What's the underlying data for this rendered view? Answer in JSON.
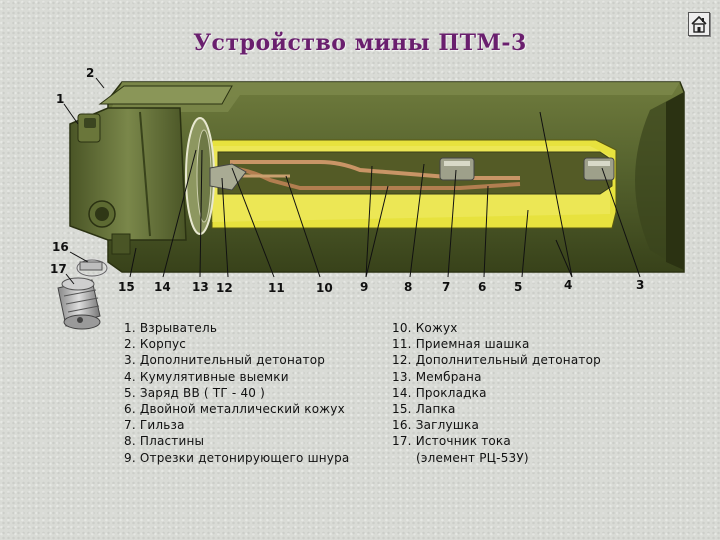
{
  "title": "Устройство мины ПТМ-3",
  "callouts": [
    "1",
    "2",
    "3",
    "4",
    "5",
    "6",
    "7",
    "8",
    "9",
    "10",
    "11",
    "12",
    "13",
    "14",
    "15",
    "16",
    "17"
  ],
  "legend_left": [
    "1. Взрыватель",
    "2. Корпус",
    "3. Дополнительный детонатор",
    "4. Кумулятивные выемки",
    "5. Заряд ВВ ( ТГ - 40 )",
    "6. Двойной металлический кожух",
    "7. Гильза",
    "8. Пластины",
    "9. Отрезки детонирующего шнура"
  ],
  "legend_right": [
    "10. Кожух",
    "11. Приемная шашка",
    "12. Дополнительный детонатор",
    "13. Мембрана",
    "14. Прокладка",
    "15. Лапка",
    "16. Заглушка",
    "17. Источник тока"
  ],
  "legend_right_cont": "(элемент РЦ-53У)",
  "colors": {
    "body": "#56632e",
    "body_dark": "#333c18",
    "body_light": "#7f8c4d",
    "charge": "#e7e23e",
    "tube": "#b98a5a",
    "title": "#6a1f6e"
  },
  "icons": {
    "home": "home-icon"
  }
}
